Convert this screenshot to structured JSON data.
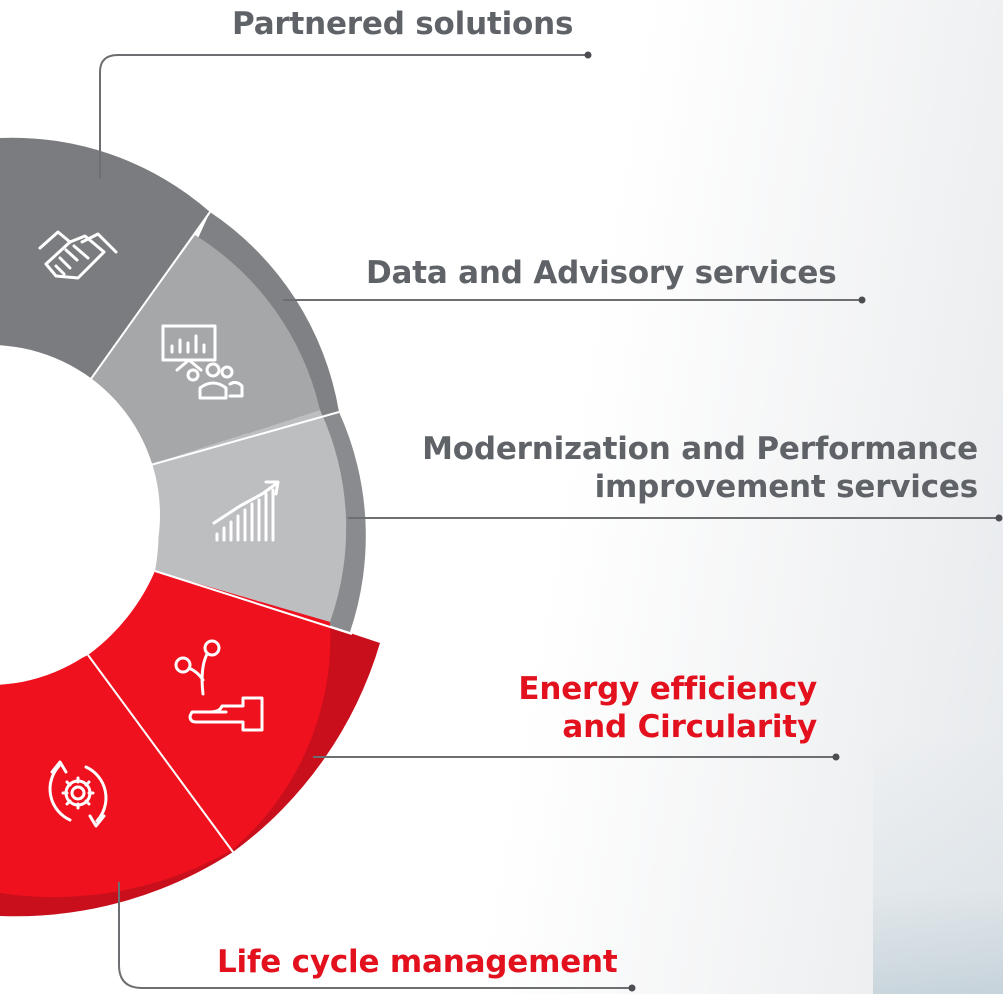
{
  "segments": [
    {
      "key": "partnered",
      "label_lines": [
        "Partnered solutions"
      ],
      "icon": "handshake-icon",
      "color": "#7b7c80",
      "rim": "#7b7c80",
      "text_color": "#5f6368"
    },
    {
      "key": "data_advisory",
      "label_lines": [
        "Data and Advisory services"
      ],
      "icon": "presentation-icon",
      "color": "#a6a7a9",
      "rim": "#808184",
      "text_color": "#5f6368"
    },
    {
      "key": "modernization",
      "label_lines": [
        "Modernization and Performance",
        "improvement services"
      ],
      "icon": "growth-chart-icon",
      "color": "#bdbec0",
      "rim": "#8a8b8e",
      "text_color": "#5f6368"
    },
    {
      "key": "energy",
      "label_lines": [
        "Energy efficiency",
        "and Circularity"
      ],
      "icon": "plant-hand-icon",
      "color": "#f0111e",
      "rim": "#c90f1c",
      "text_color": "#e3101e"
    },
    {
      "key": "lifecycle",
      "label_lines": [
        "Life cycle management"
      ],
      "icon": "cycle-gear-icon",
      "color": "#f0111e",
      "rim": "#c90f1c",
      "text_color": "#e3101e"
    }
  ]
}
